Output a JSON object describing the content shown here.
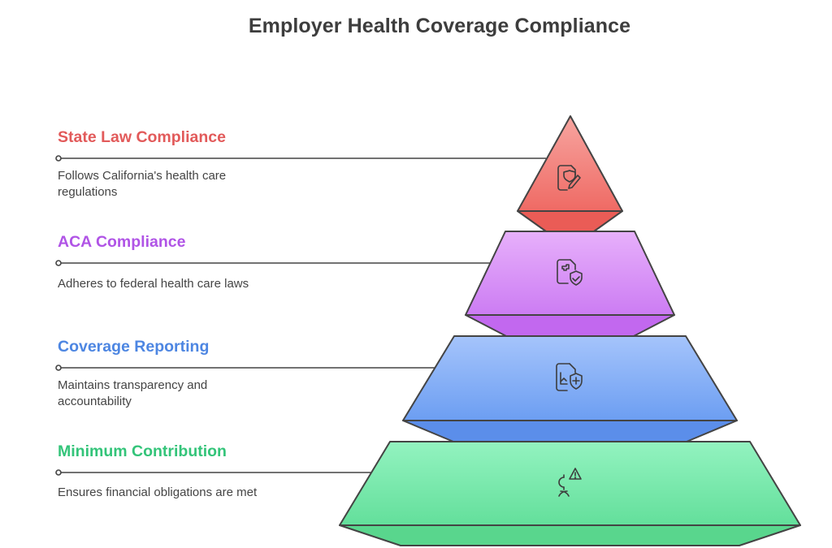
{
  "title": "Employer Health Coverage Compliance",
  "levels": [
    {
      "title": "State Law Compliance",
      "description": "Follows California's health care regulations",
      "color": "#e25a5a",
      "icon": "document-shield-pen-icon"
    },
    {
      "title": "ACA Compliance",
      "description": "Adheres to federal health care laws",
      "color": "#b054e6",
      "icon": "medical-document-shield-icon"
    },
    {
      "title": "Coverage Reporting",
      "description": "Maintains transparency and accountability",
      "color": "#4d86e2",
      "icon": "chart-document-plus-icon"
    },
    {
      "title": "Minimum Contribution",
      "description": "Ensures financial obligations are met",
      "color": "#33c479",
      "icon": "coin-warning-icon"
    }
  ]
}
